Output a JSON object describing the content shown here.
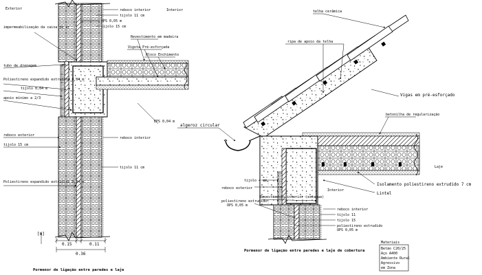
{
  "left_detail": {
    "labels": {
      "exterior": "Exterior",
      "reboco_interior_top": "reboco interior",
      "interior": "Interior",
      "tijolo_11_top": "tijolo 11 cm",
      "xps": "XPS 0,05 m",
      "tijolo_15_top": "tijolo 15 cm",
      "impermeabilizacao": "impermeabilização da caixa de ar",
      "revestimento_madeira": "Revestimento em madeira",
      "vigota": "Vigota Pré-esforçada",
      "bloco_enchimento": "Bloco Enchimento",
      "tubo_drenagem": "tubo de drenagem",
      "poliestireno_1": "Poliestireno expandido extrudido 0,04 m",
      "tijolo_4": "tijolo 0,04 m",
      "apoio_minimo": "apoio mínimo a 2/3",
      "eps": "EPS 0,04 m",
      "reboco_exterior": "reboco exterior",
      "reboco_interior_mid": "reboco interior",
      "tijolo_15_mid": "tijolo 15 cm",
      "tijolo_11_mid": "tijolo 11 cm",
      "poliestireno_2": "Poliestireno expandido extrudido 0,04 m"
    },
    "dims": {
      "m_label": "[m]",
      "d015": "0.15",
      "d011": "0.11",
      "d036": "0.36"
    },
    "title": "Pormenor de ligação entre paredes e laje"
  },
  "right_detail": {
    "labels": {
      "telha": "telha cerâmica",
      "ripa": "ripa de apoio da telha",
      "vigas": "Vigas em pré-esforçado",
      "betonilha": "betonilha de regularização",
      "algeroz": "algeroz circular",
      "laje": "Laje",
      "tijolo_4": "tijolo 4 cm",
      "isolamento": "Isolamento poliestireno extrudido 7 cm",
      "reboco_exterior": "reboco exterior",
      "lintel": "Lintel",
      "interior": "Interior",
      "revestimento_interior": "Revestimento interior (estuque)",
      "poliestireno_a": "poliestireno extrudido",
      "poliestireno_a2": "OPS 0,05 m",
      "reboco_interior": "reboco interior",
      "tijolo_11": "tijolo 11",
      "tijolo_15": "tijolo 15",
      "poliestireno_b": "poliestireno extrudido",
      "poliestireno_b2": "OPS 0,05 m"
    },
    "title": "Pormenor de ligação entre paredes e laje de cobertura",
    "materiais": {
      "heading": "Materiais",
      "lines": [
        "Betão C20/25",
        "Aço A400",
        "Ambiente Rural",
        "Agressivo",
        "em Zona"
      ]
    }
  },
  "colors": {
    "ink": "#000000",
    "paper": "#ffffff"
  }
}
